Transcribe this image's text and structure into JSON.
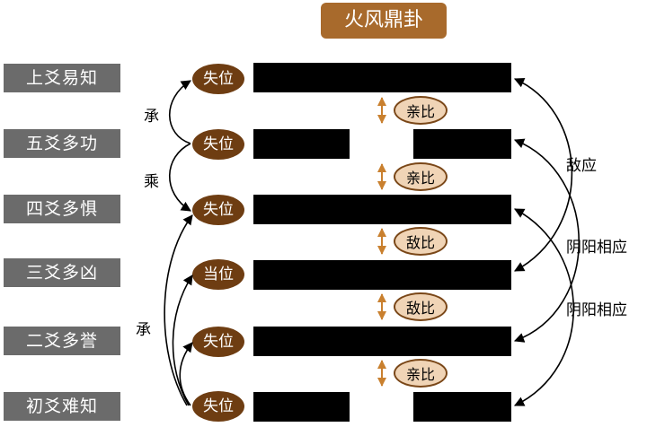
{
  "title": "火风鼎卦",
  "yao_labels": [
    "上爻易知",
    "五爻多功",
    "四爻多惧",
    "三爻多凶",
    "二爻多誉",
    "初爻难知"
  ],
  "positions": [
    "失位",
    "失位",
    "失位",
    "当位",
    "失位",
    "失位"
  ],
  "relations": [
    "亲比",
    "亲比",
    "敌比",
    "敌比",
    "亲比"
  ],
  "left_labels": {
    "cheng_top": "承",
    "cheng": "乘",
    "cheng_bottom": "承"
  },
  "right_labels": {
    "diying": "敌应",
    "yinyang_1": "阴阳相应",
    "yinyang_2": "阴阳相应"
  },
  "colors": {
    "title_bg": "#a86a2c",
    "label_bg": "#6b6b6b",
    "position_badge": "#6e3d12",
    "relation_badge": "#f0d4b6",
    "arrow_orange": "#c9802f"
  }
}
